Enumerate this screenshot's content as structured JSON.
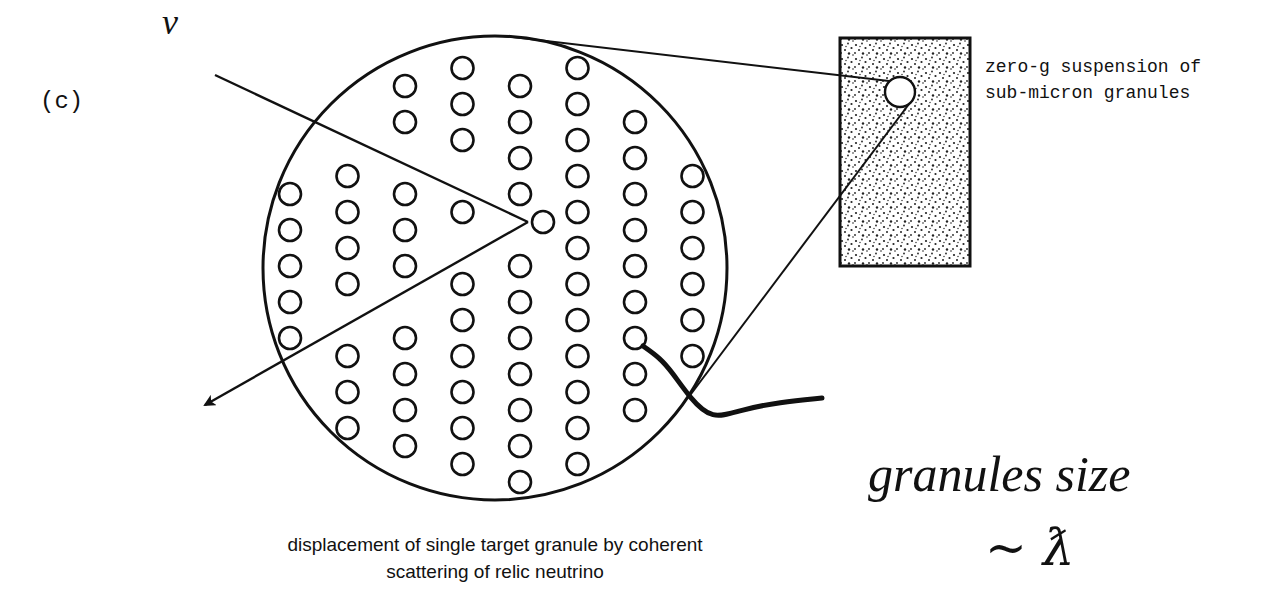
{
  "diagram": {
    "caption": "displacement of single target granule by coherent scattering of relic neutrino",
    "nodes": [
      {
        "text": [
          "zero-g suspension of sub-micron granules"
        ]
      }
    ],
    "labels": [
      "(c)",
      "ν",
      "granules size",
      "~ ƛ"
    ]
  }
}
